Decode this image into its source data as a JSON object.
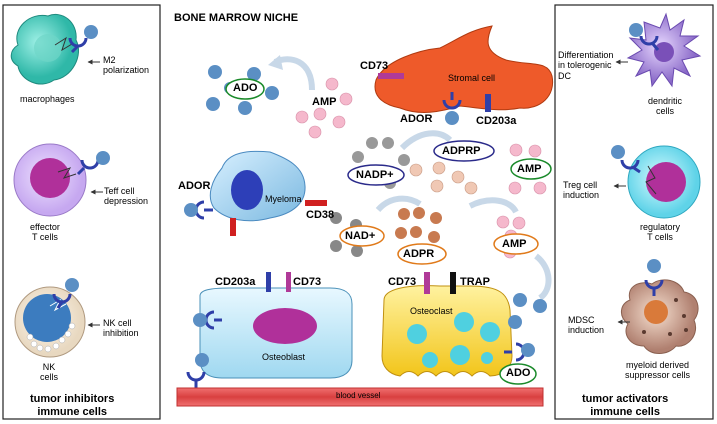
{
  "title": "BONE MARROW NICHE",
  "left_panel": {
    "macrophages": {
      "name": "macrophages",
      "effect": "M2\npolarization"
    },
    "teff": {
      "name": "effector\nT cells",
      "effect": "Teff cell\ndepression"
    },
    "nk": {
      "name": "NK\ncells",
      "effect": "NK cell\ninhibition"
    },
    "footer": "tumor inhibitors\nimmune cells"
  },
  "right_panel": {
    "dc": {
      "name": "dendritic\ncells",
      "effect": "Differentiation\nin tolerogenic\nDC"
    },
    "treg": {
      "name": "regulatory\nT cells",
      "effect": "Treg cell\ninduction"
    },
    "mdsc": {
      "name": "myeloid derived\nsuppressor cells",
      "effect": "MDSC\ninduction"
    },
    "footer": "tumor activators\nimmune cells"
  },
  "center": {
    "ado_top": "ADO",
    "amp_top": "AMP",
    "stromal": "Stromal cell",
    "cd73_stromal": "CD73",
    "ador_stromal": "ADOR",
    "cd203a_stromal": "CD203a",
    "ador_myeloma": "ADOR",
    "myeloma": "Myeloma",
    "cd38": "CD38",
    "nadp": "NADP+",
    "adprp": "ADPRP",
    "amp_right": "AMP",
    "nad": "NAD+",
    "adpr": "ADPR",
    "amp_mid": "AMP",
    "cd203a_ob": "CD203a",
    "cd73_ob": "CD73",
    "osteoblast": "Osteoblast",
    "cd73_oc": "CD73",
    "trap": "TRAP",
    "osteoclast": "Osteoclast",
    "ado_bottom": "ADO",
    "blood_vessel": "blood vessel"
  },
  "colors": {
    "ado_ring": "#1a8a2a",
    "nadp_ring": "#2a2a8a",
    "orange_ring": "#e07a1a",
    "stromal": "#ee5a2a",
    "vessel": "#e05050",
    "receptor": "#2f3fa8",
    "ado_ball": "#5b8fc4"
  }
}
